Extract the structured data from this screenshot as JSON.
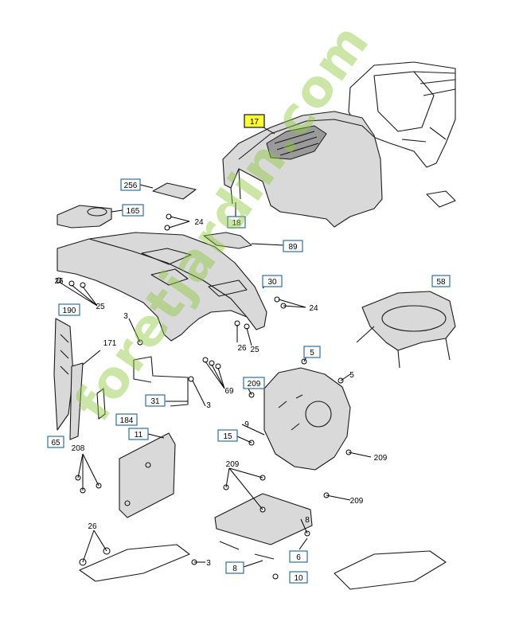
{
  "watermark": "foretjardin.com",
  "highlight_color": "#ffff3a",
  "callouts": [
    {
      "id": "c17",
      "label": "17",
      "highlight": true
    },
    {
      "id": "c18",
      "label": "18"
    },
    {
      "id": "c256",
      "label": "256"
    },
    {
      "id": "c165",
      "label": "165"
    },
    {
      "id": "c89",
      "label": "89"
    },
    {
      "id": "c30",
      "label": "30"
    },
    {
      "id": "c58",
      "label": "58"
    },
    {
      "id": "c190",
      "label": "190"
    },
    {
      "id": "c5a",
      "label": "5"
    },
    {
      "id": "c209a",
      "label": "209"
    },
    {
      "id": "c31",
      "label": "31"
    },
    {
      "id": "c184",
      "label": "184"
    },
    {
      "id": "c11",
      "label": "11"
    },
    {
      "id": "c15",
      "label": "15"
    },
    {
      "id": "c6",
      "label": "6"
    },
    {
      "id": "c8",
      "label": "8"
    },
    {
      "id": "c10",
      "label": "10"
    },
    {
      "id": "c65",
      "label": "65"
    }
  ],
  "plain_labels": [
    {
      "id": "p24a",
      "label": "24"
    },
    {
      "id": "p24b",
      "label": "24"
    },
    {
      "id": "p26a",
      "label": "26"
    },
    {
      "id": "p25a",
      "label": "25"
    },
    {
      "id": "p26b",
      "label": "26"
    },
    {
      "id": "p25b",
      "label": "25"
    },
    {
      "id": "p3a",
      "label": "3"
    },
    {
      "id": "p171",
      "label": "171"
    },
    {
      "id": "p69",
      "label": "69"
    },
    {
      "id": "p3b",
      "label": "3"
    },
    {
      "id": "p9",
      "label": "9"
    },
    {
      "id": "p5b",
      "label": "5"
    },
    {
      "id": "p209b",
      "label": "209"
    },
    {
      "id": "p209c",
      "label": "209"
    },
    {
      "id": "p209d",
      "label": "209"
    },
    {
      "id": "p208",
      "label": "208"
    },
    {
      "id": "p26c",
      "label": "26"
    },
    {
      "id": "p3c",
      "label": "3"
    },
    {
      "id": "p8b",
      "label": "8"
    }
  ]
}
